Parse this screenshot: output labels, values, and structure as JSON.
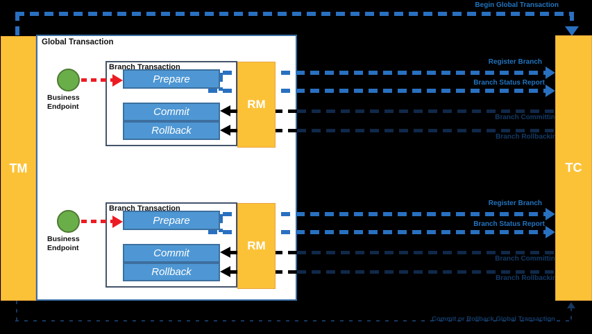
{
  "nodes": {
    "tm": "TM",
    "tc": "TC",
    "rm": "RM",
    "global_transaction": "Global Transaction",
    "branch_transaction": "Branch Transaction",
    "business_endpoint_line1": "Business",
    "business_endpoint_line2": "Endpoint",
    "prepare": "Prepare",
    "commit": "Commit",
    "rollback": "Rollback"
  },
  "messages": {
    "begin_global_transaction": "Begin Global Transaction",
    "register_branch": "Register Branch",
    "branch_status_report": "Branch Status Report",
    "branch_committing": "Branch Committing",
    "branch_rollbacking": "Branch Rollbacking",
    "commit_or_rollback": "Commit or Rollback Global Transaction"
  },
  "colors": {
    "background": "#000000",
    "node_orange": "#FCC237",
    "step_box_blue": "#4E97D4",
    "endpoint_green": "#6AAE4A",
    "message_blue": "#2970C0",
    "message_blue_text": "#2273BE",
    "arrow_red": "#EC1C24",
    "arrow_black": "#000000",
    "faint_navy": "#133a66",
    "panel_border": "#3A6DA3"
  }
}
